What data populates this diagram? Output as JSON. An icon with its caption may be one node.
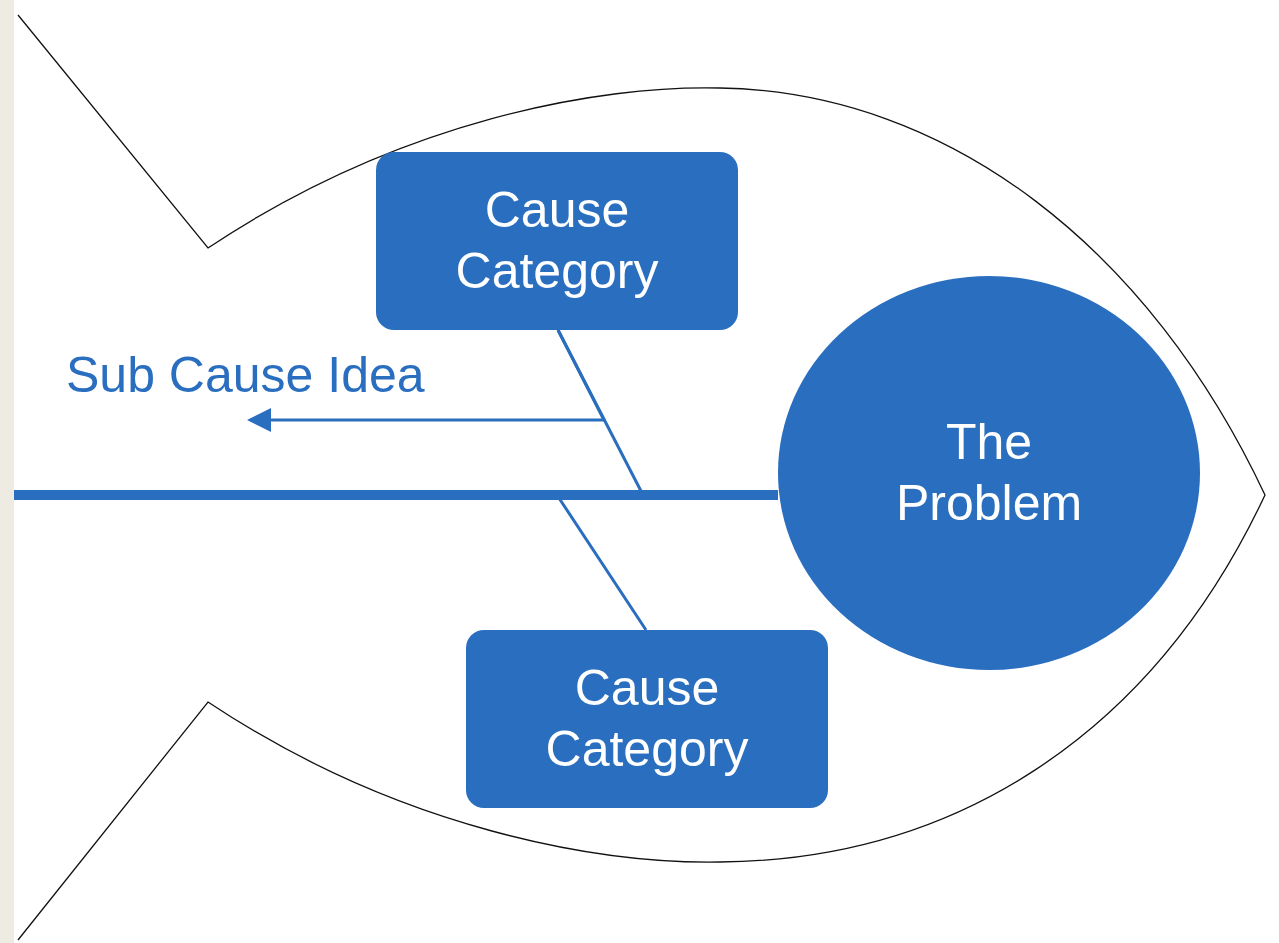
{
  "diagram": {
    "nodes": [
      {
        "text": [
          "Cause Category"
        ]
      },
      {
        "text": [
          "The Problem"
        ]
      },
      {
        "text": [
          "Cause Category"
        ]
      },
      {
        "text": [
          "Sub Cause Idea"
        ]
      }
    ],
    "edges": [
      {
        "from": 0,
        "to": 1,
        "arrow": "none"
      },
      {
        "from": 2,
        "to": 1,
        "arrow": "none"
      },
      {
        "from": null,
        "to": 1,
        "arrow": "none",
        "style": "thick"
      },
      {
        "from": 0,
        "to": 3,
        "arrow": "to"
      }
    ]
  }
}
